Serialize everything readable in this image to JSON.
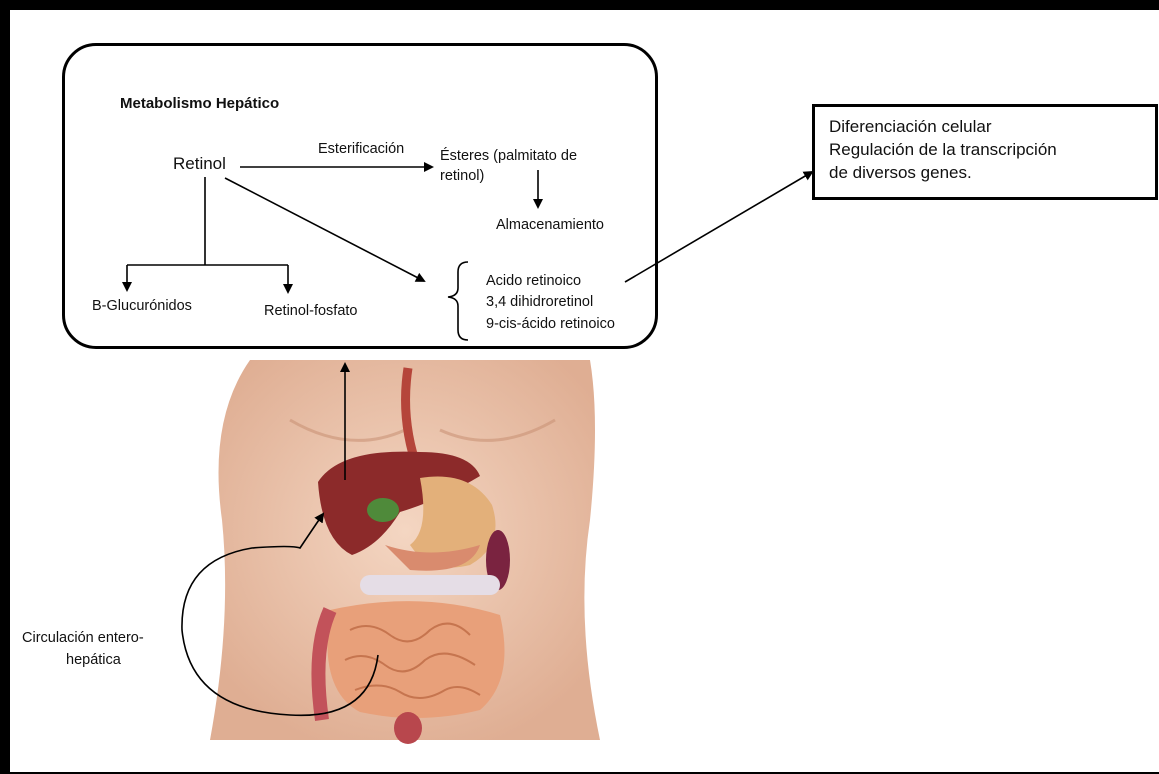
{
  "diagram": {
    "box_title": "Metabolismo Hepático",
    "retinol": "Retinol",
    "esterificacion": "Esterificación",
    "esteres_line1": "Ésteres (palmitato de",
    "esteres_line2": "retinol)",
    "almacenamiento": "Almacenamiento",
    "glucuronidos": "B-Glucurónidos",
    "retinol_fosfato": "Retinol-fosfato",
    "metabolites": [
      "Acido retinoico",
      "3,4 dihidroretinol",
      "9-cis-ácido retinoico"
    ],
    "effects": [
      "Diferenciación celular",
      "Regulación de la transcripción",
      "de diversos genes."
    ],
    "circulation_line1": "Circulación entero-",
    "circulation_line2": "hepática"
  },
  "colors": {
    "skin": "#e9c2a9",
    "liver": "#8c2a2a",
    "intestine": "#e8a07a",
    "stomach": "#e3b07a",
    "gallbladder": "#4f8a3a"
  }
}
